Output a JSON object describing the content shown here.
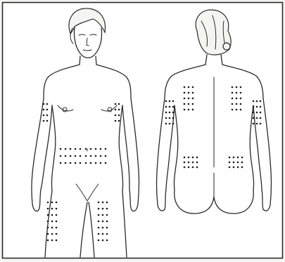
{
  "figure": {
    "border_color": "#2a2a2a",
    "line_color": "#2a2a2a",
    "dot_color": "#1a1a1a",
    "background": "#f6f6f4"
  },
  "views": [
    {
      "id": "front",
      "sites": [
        "upper-arm-left",
        "upper-arm-right",
        "abdomen",
        "thigh-left",
        "thigh-right"
      ]
    },
    {
      "id": "back",
      "sites": [
        "upper-arm-left",
        "upper-arm-right",
        "upper-back-left",
        "upper-back-right",
        "flank-left",
        "flank-right"
      ]
    }
  ]
}
